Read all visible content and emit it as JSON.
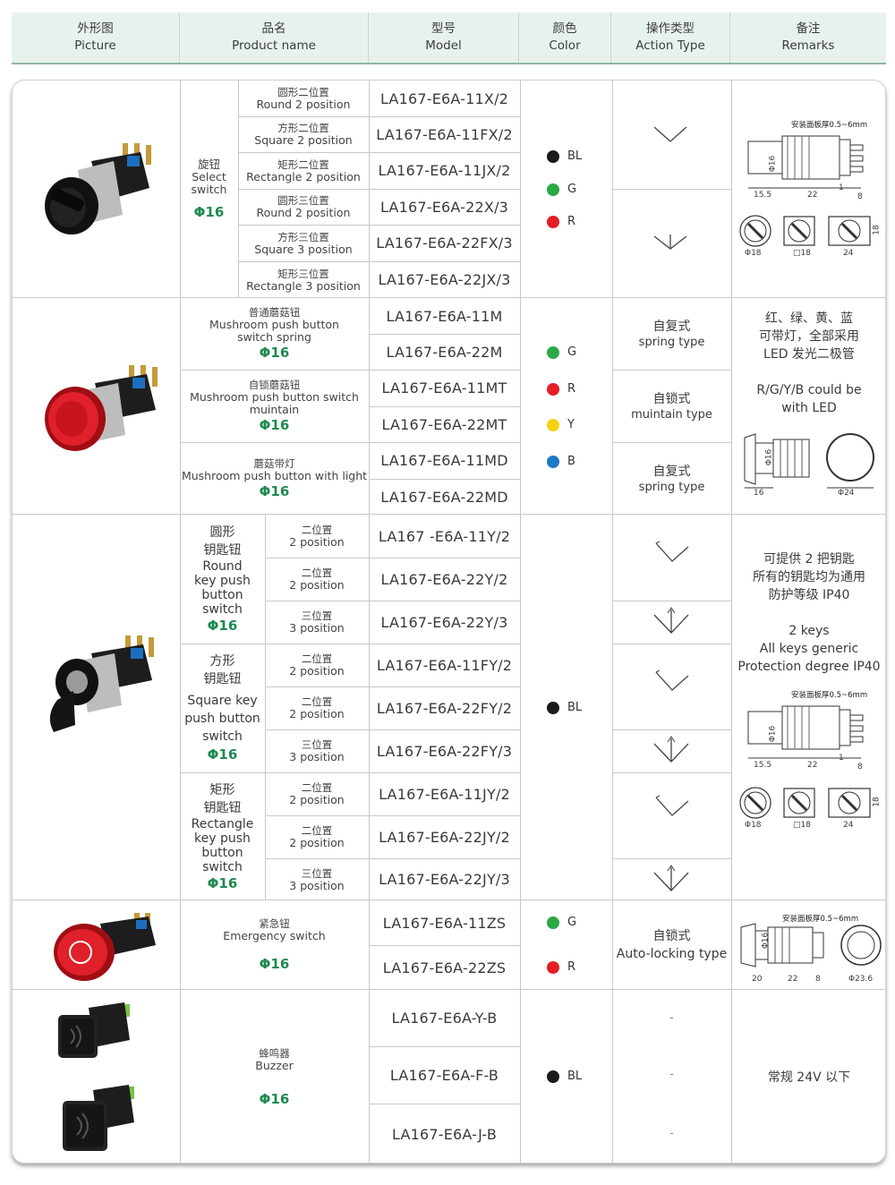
{
  "header": [
    {
      "cn": "外形图",
      "en": "Picture"
    },
    {
      "cn": "品名",
      "en": "Product name"
    },
    {
      "cn": "型号",
      "en": "Model"
    },
    {
      "cn": "颜色",
      "en": "Color"
    },
    {
      "cn": "操作类型",
      "en": "Action Type"
    },
    {
      "cn": "备注",
      "en": "Remarks"
    }
  ],
  "colors": {
    "black": "#1a1a1a",
    "green": "#2aa844",
    "red": "#e31e24",
    "yellow": "#f5d20f",
    "blue": "#1c78c8",
    "accent": "#1e8a50",
    "header_bg": "#e8f2ec"
  },
  "s1": {
    "name_cn": "旋钮",
    "name_en1": "Select",
    "name_en2": "switch",
    "phi": "Φ16",
    "rows": [
      {
        "cn": "圆形二位置",
        "en": "Round 2 position",
        "model": "LA167-E6A-11X/2"
      },
      {
        "cn": "方形二位置",
        "en": "Square 2 position",
        "model": "LA167-E6A-11FX/2"
      },
      {
        "cn": "矩形二位置",
        "en": "Rectangle 2 position",
        "model": "LA167-E6A-11JX/2"
      },
      {
        "cn": "圆形三位置",
        "en": "Round 2 position",
        "model": "LA167-E6A-22X/3"
      },
      {
        "cn": "方形三位置",
        "en": "Square 3 position",
        "model": "LA167-E6A-22FX/3"
      },
      {
        "cn": "矩形三位置",
        "en": "Rectangle 3 position",
        "model": "LA167-E6A-22JX/3"
      }
    ],
    "colors": [
      "BL",
      "G",
      "R"
    ],
    "drawing": {
      "panel": "安装面板厚0.5~6mm",
      "d1": "Φ16",
      "d2": "15.5",
      "d3": "22",
      "d4": "1",
      "d5": "8",
      "c1": "Φ18",
      "c2": "□18",
      "c3": "24",
      "c4": "18"
    }
  },
  "s2": {
    "groups": [
      {
        "cn": "普通蘑菇钮",
        "en1": "Mushroom push button",
        "en2": "switch spring",
        "phi": "Φ16",
        "models": [
          "LA167-E6A-11M",
          "LA167-E6A-22M"
        ],
        "action_cn": "自复式",
        "action_en": "spring type"
      },
      {
        "cn": "自锁蘑菇钮",
        "en1": "Mushroom push button switch",
        "en2": "muintain",
        "phi": "Φ16",
        "models": [
          "LA167-E6A-11MT",
          "LA167-E6A-22MT"
        ],
        "action_cn": "自锁式",
        "action_en": "muintain type"
      },
      {
        "cn": "蘑菇带灯",
        "en1": "Mushroom push button with light",
        "en2": "",
        "phi": "Φ16",
        "models": [
          "LA167-E6A-11MD",
          "LA167-E6A-22MD"
        ],
        "action_cn": "自复式",
        "action_en": "spring type"
      }
    ],
    "colors": [
      "G",
      "R",
      "Y",
      "B"
    ],
    "remark_cn1": "红、绿、黄、蓝",
    "remark_cn2": "可带灯，全部采用",
    "remark_cn3": "LED 发光二极管",
    "remark_en1": "R/G/Y/B could be",
    "remark_en2": "with LED",
    "drawing": {
      "d1": "Φ16",
      "d2": "16",
      "d3": "Φ24"
    }
  },
  "s3": {
    "groups": [
      {
        "l1": "圆形",
        "l2": "钥匙钮",
        "l3": "Round",
        "l4": "key push",
        "l5": "button",
        "l6": "switch",
        "phi": "Φ16",
        "rows": [
          {
            "cn": "二位置",
            "en": "2 position",
            "model": "LA167 -E6A-11Y/2"
          },
          {
            "cn": "二位置",
            "en": "2 position",
            "model": "LA167-E6A-22Y/2"
          },
          {
            "cn": "三位置",
            "en": "3 position",
            "model": "LA167-E6A-22Y/3"
          }
        ]
      },
      {
        "l1": "方形",
        "l2": "钥匙钮",
        "l3": "Square key",
        "l4": "push button",
        "l5": "switch",
        "l6": "",
        "phi": "Φ16",
        "rows": [
          {
            "cn": "二位置",
            "en": "2 position",
            "model": "LA167-E6A-11FY/2"
          },
          {
            "cn": "二位置",
            "en": "2 position",
            "model": "LA167-E6A-22FY/2"
          },
          {
            "cn": "三位置",
            "en": "3 position",
            "model": "LA167-E6A-22FY/3"
          }
        ]
      },
      {
        "l1": "矩形",
        "l2": "钥匙钮",
        "l3": "Rectangle",
        "l4": "key push",
        "l5": "button",
        "l6": "switch",
        "phi": "Φ16",
        "rows": [
          {
            "cn": "二位置",
            "en": "2 position",
            "model": "LA167-E6A-11JY/2"
          },
          {
            "cn": "二位置",
            "en": "2 position",
            "model": "LA167-E6A-22JY/2"
          },
          {
            "cn": "三位置",
            "en": "3 position",
            "model": "LA167-E6A-22JY/3"
          }
        ]
      }
    ],
    "color": "BL",
    "remark_cn1": "可提供 2 把钥匙",
    "remark_cn2": "所有的钥匙均为通用",
    "remark_cn3": "防护等级 IP40",
    "remark_en1": "2 keys",
    "remark_en2": "All keys generic",
    "remark_en3": "Protection degree IP40",
    "drawing": {
      "panel": "安装面板厚0.5~6mm",
      "d1": "Φ16",
      "d2": "15.5",
      "d3": "22",
      "d4": "1",
      "d5": "8",
      "c1": "Φ18",
      "c2": "□18",
      "c3": "24",
      "c4": "18"
    }
  },
  "s4": {
    "cn": "紧急钮",
    "en": "Emergency switch",
    "phi": "Φ16",
    "models": [
      "LA167-E6A-11ZS",
      "LA167-E6A-22ZS"
    ],
    "colors": [
      "G",
      "R"
    ],
    "action_cn": "自锁式",
    "action_en": "Auto-locking type",
    "drawing": {
      "panel": "安装面板厚0.5~6mm",
      "d1": "Φ16",
      "d2": "20",
      "d3": "22",
      "d4": "8",
      "d5": "Φ23.6"
    }
  },
  "s5": {
    "cn": "蜂鸣器",
    "en": "Buzzer",
    "phi": "Φ16",
    "models": [
      "LA167-E6A-Y-B",
      "LA167-E6A-F-B",
      "LA167-E6A-J-B"
    ],
    "color": "BL",
    "action": "-",
    "remark": "常规 24V 以下"
  }
}
